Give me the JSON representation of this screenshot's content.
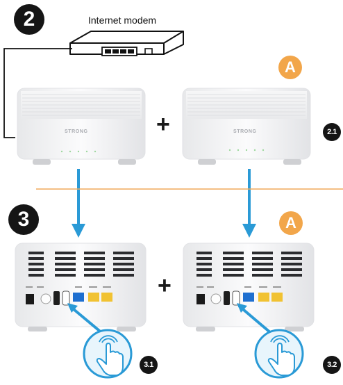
{
  "step2": {
    "number": "2",
    "modem_label": "Internet modem",
    "device_letter": "A",
    "substep": "2.1",
    "brand": "STRONG"
  },
  "step3": {
    "number": "3",
    "device_letter": "A",
    "substeps": [
      "3.1",
      "3.2"
    ]
  },
  "plus_sign": "+",
  "colors": {
    "accent_orange": "#f2a64a",
    "arrow_blue": "#2a9ad6",
    "divider": "#f0a95a",
    "badge_dark": "#151515",
    "lan_yellow": "#f1c232",
    "wan_blue": "#1e6fd0"
  },
  "icons": [
    "finger-press-icon",
    "blue-arrow-icon",
    "modem-icon",
    "mesh-router-icon"
  ]
}
